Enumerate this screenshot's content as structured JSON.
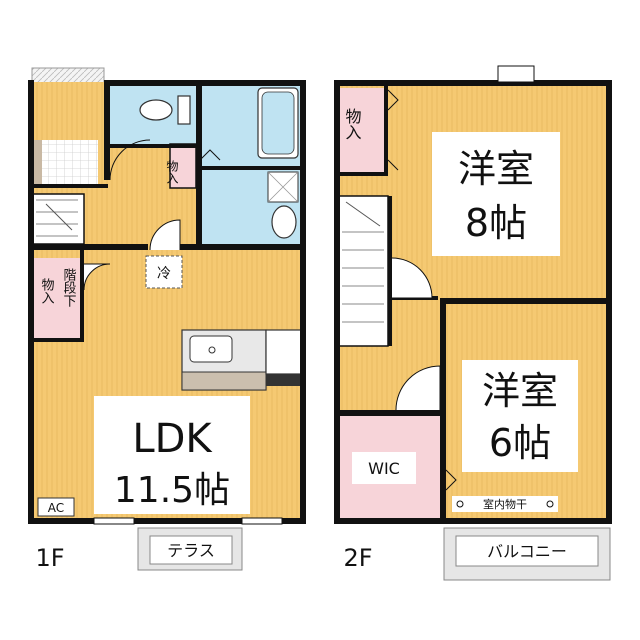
{
  "floor1": {
    "label": "1F",
    "ldk": {
      "name": "LDK",
      "size": "11.5帖"
    },
    "storage_top": "物入",
    "fridge": "冷",
    "stair_label": "階段下",
    "stair_storage": "物入",
    "ac": "AC",
    "terrace": "テラス"
  },
  "floor2": {
    "label": "2F",
    "room_a": {
      "name": "洋室",
      "size": "8帖"
    },
    "room_b": {
      "name": "洋室",
      "size": "6帖"
    },
    "storage": "物入",
    "wic": "WIC",
    "indoor_drying": "室内物干",
    "balcony": "バルコニー"
  },
  "colors": {
    "floor": "#f5c972",
    "stripe": "#e6b55a",
    "wet": "#bfe3f2",
    "closet": "#f7d4d9",
    "outline": "#111111"
  }
}
